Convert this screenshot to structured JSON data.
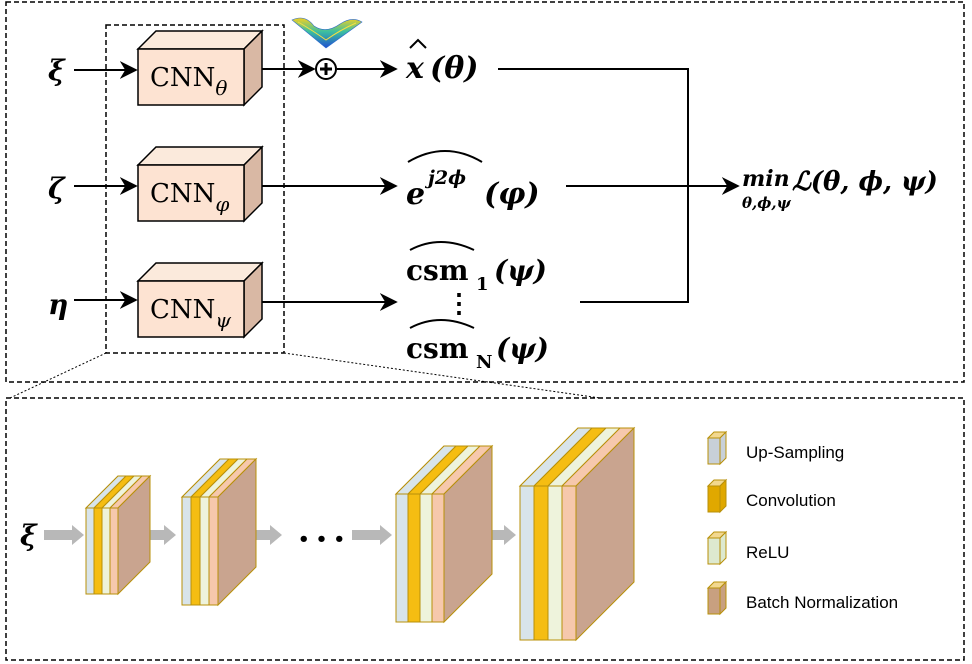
{
  "inputs": {
    "xi": "ξ",
    "zeta": "ζ",
    "eta": "η",
    "xi_bottom": "ξ"
  },
  "cnn_blocks": [
    {
      "base": "CNN",
      "sub": "θ"
    },
    {
      "base": "CNN",
      "sub": "φ"
    },
    {
      "base": "CNN",
      "sub": "ψ"
    }
  ],
  "outputs": {
    "x_hat": {
      "main": "x",
      "arg": "(θ)"
    },
    "phase": {
      "main": "e",
      "sup": "j2ϕ",
      "arg": "(φ)"
    },
    "csm_first": {
      "main": "csm",
      "sub": "1",
      "arg": "(ψ)"
    },
    "csm_dots": "⋮",
    "csm_last": {
      "main": "csm",
      "sub": "N",
      "arg": "(ψ)"
    }
  },
  "objective": {
    "min": "min",
    "loss": "ℒ(θ, ϕ, ψ)",
    "under": "θ,ϕ,ψ"
  },
  "ellipsis": "• • •",
  "legend": [
    {
      "label": "Up-Sampling",
      "color": "#c8d0d8"
    },
    {
      "label": "Convolution",
      "color": "#e0a800"
    },
    {
      "label": "ReLU",
      "color": "#dde9cf"
    },
    {
      "label": "Batch Normalization",
      "color": "#c8a080"
    }
  ],
  "colors": {
    "cnn_front": "#fde3d2",
    "cnn_top": "#fbeadc",
    "cnn_side": "#d9b8a4",
    "upsample": "#d8e4ea",
    "conv": "#f5bd12",
    "relu": "#eef3dc",
    "bn": "#f6c8ac",
    "block_side": "#c9a48f",
    "block_top": "#f7e9b0",
    "arrow_gray": "#b8b8b8"
  }
}
